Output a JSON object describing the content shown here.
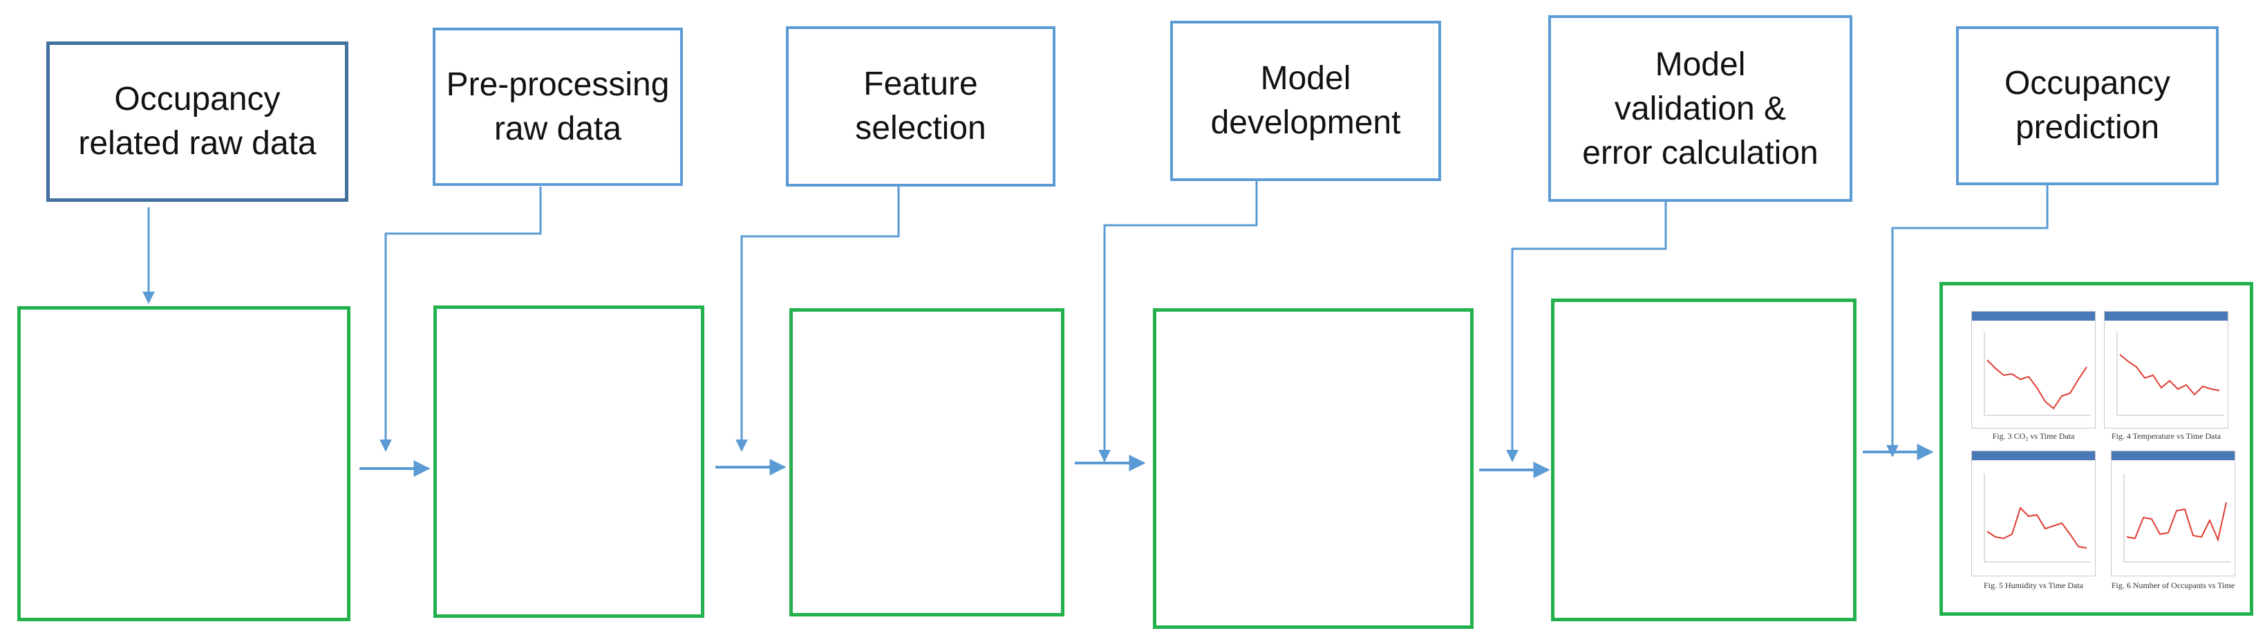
{
  "stages": [
    {
      "label": "Occupancy\nrelated raw data",
      "icon": "document-to-database-icon"
    },
    {
      "label": "Pre-processing\nraw data",
      "icon": "database-icon"
    },
    {
      "label": "Feature\nselection",
      "icon": "database-cluster-icon"
    },
    {
      "label": "Model\ndevelopment",
      "icon": "atom-server-icon"
    },
    {
      "label": "Model\nvalidation &\nerror calculation",
      "icon": "validation-icons"
    },
    {
      "label": "Occupancy\nprediction",
      "icon": "prediction-charts"
    }
  ],
  "prediction_charts": [
    {
      "caption": "Fig. 3 CO₂ vs Time Data"
    },
    {
      "caption": "Fig. 4 Temperature vs Time Data"
    },
    {
      "caption": "Fig. 5 Humidity vs Time Data"
    },
    {
      "caption": "Fig. 6 Number of Occupants vs Time"
    }
  ],
  "colors": {
    "label_border": "#5b9bd5",
    "first_label_border": "#41719c",
    "stage_border": "#22b14c",
    "arrow": "#5b9bd5",
    "icon_navy": "#2e3a59",
    "icon_purple": "#3f1d7a",
    "icon_yellow": "#f4e27a",
    "icon_cyan": "#8fe3ef",
    "icon_magenta": "#e0a0f0",
    "chart_line": "#e03c31"
  }
}
